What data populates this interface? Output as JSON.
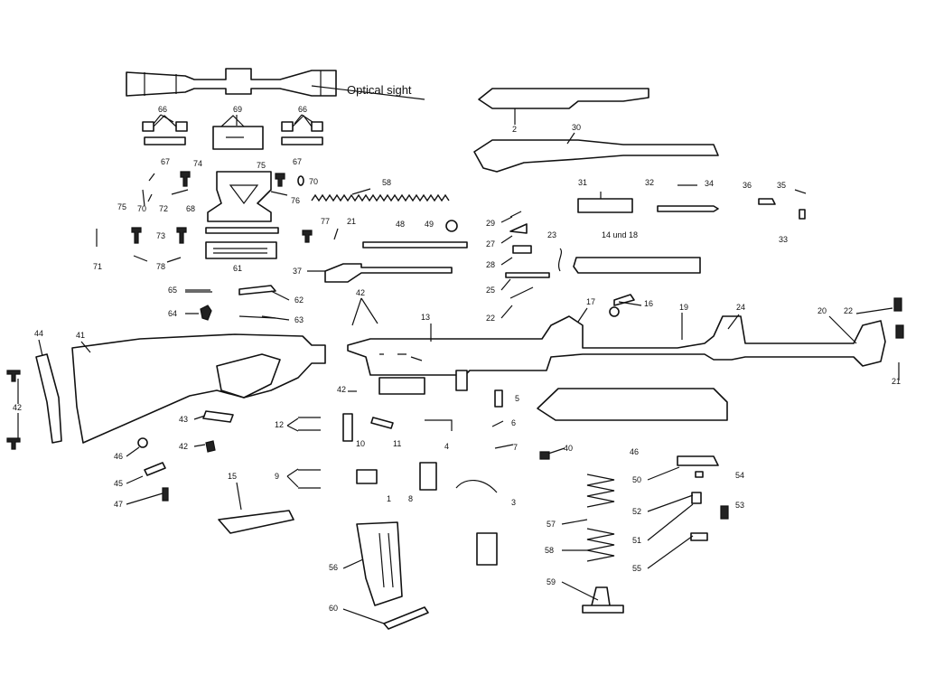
{
  "title": "",
  "caption": "Optical sight",
  "labels": [
    {
      "id": "l66a",
      "text": "66"
    },
    {
      "id": "l69",
      "text": "69"
    },
    {
      "id": "l66b",
      "text": "66"
    },
    {
      "id": "l67a",
      "text": "67"
    },
    {
      "id": "l67b",
      "text": "67"
    },
    {
      "id": "l2",
      "text": "2"
    },
    {
      "id": "l30",
      "text": "30"
    },
    {
      "id": "l74",
      "text": "74"
    },
    {
      "id": "l75",
      "text": "75"
    },
    {
      "id": "l70a",
      "text": "70"
    },
    {
      "id": "l76",
      "text": "76"
    },
    {
      "id": "l70b",
      "text": "70"
    },
    {
      "id": "l72",
      "text": "72"
    },
    {
      "id": "l68",
      "text": "68"
    },
    {
      "id": "l58",
      "text": "58"
    },
    {
      "id": "l75b",
      "text": "75"
    },
    {
      "id": "l73",
      "text": "73"
    },
    {
      "id": "l71",
      "text": "71"
    },
    {
      "id": "l78",
      "text": "78"
    },
    {
      "id": "l61",
      "text": "61"
    },
    {
      "id": "l77",
      "text": "77"
    },
    {
      "id": "l21b",
      "text": "21"
    },
    {
      "id": "l48",
      "text": "48"
    },
    {
      "id": "l49",
      "text": "49"
    },
    {
      "id": "l37",
      "text": "37"
    },
    {
      "id": "l65",
      "text": "65"
    },
    {
      "id": "l62",
      "text": "62"
    },
    {
      "id": "l64",
      "text": "64"
    },
    {
      "id": "l63",
      "text": "63"
    },
    {
      "id": "l29",
      "text": "29"
    },
    {
      "id": "l27",
      "text": "27"
    },
    {
      "id": "l28",
      "text": "28"
    },
    {
      "id": "l25",
      "text": "25"
    },
    {
      "id": "l22b",
      "text": "22"
    },
    {
      "id": "l23",
      "text": "23"
    },
    {
      "id": "l31",
      "text": "31"
    },
    {
      "id": "l32",
      "text": "32"
    },
    {
      "id": "l34",
      "text": "34"
    },
    {
      "id": "l36",
      "text": "36"
    },
    {
      "id": "l35",
      "text": "35"
    },
    {
      "id": "l33",
      "text": "33"
    },
    {
      "id": "l1418",
      "text": "14 und 18"
    },
    {
      "id": "l42a",
      "text": "42"
    },
    {
      "id": "l13",
      "text": "13"
    },
    {
      "id": "l17",
      "text": "17"
    },
    {
      "id": "l16",
      "text": "16"
    },
    {
      "id": "l19",
      "text": "19"
    },
    {
      "id": "l24",
      "text": "24"
    },
    {
      "id": "l20",
      "text": "20"
    },
    {
      "id": "l22",
      "text": "22"
    },
    {
      "id": "l21",
      "text": "21"
    },
    {
      "id": "l44",
      "text": "44"
    },
    {
      "id": "l41",
      "text": "41"
    },
    {
      "id": "l42b",
      "text": "42"
    },
    {
      "id": "l42c",
      "text": "42"
    },
    {
      "id": "l43",
      "text": "43"
    },
    {
      "id": "l46",
      "text": "46"
    },
    {
      "id": "l42d",
      "text": "42"
    },
    {
      "id": "l45",
      "text": "45"
    },
    {
      "id": "l47",
      "text": "47"
    },
    {
      "id": "l15",
      "text": "15"
    },
    {
      "id": "l12",
      "text": "12"
    },
    {
      "id": "l10",
      "text": "10"
    },
    {
      "id": "l11",
      "text": "11"
    },
    {
      "id": "l4",
      "text": "4"
    },
    {
      "id": "l9",
      "text": "9"
    },
    {
      "id": "l1",
      "text": "1"
    },
    {
      "id": "l8",
      "text": "8"
    },
    {
      "id": "l3",
      "text": "3"
    },
    {
      "id": "l5",
      "text": "5"
    },
    {
      "id": "l6",
      "text": "6"
    },
    {
      "id": "l7",
      "text": "7"
    },
    {
      "id": "l40",
      "text": "40"
    },
    {
      "id": "l46b",
      "text": "46"
    },
    {
      "id": "l50",
      "text": "50"
    },
    {
      "id": "l54",
      "text": "54"
    },
    {
      "id": "l52",
      "text": "52"
    },
    {
      "id": "l53",
      "text": "53"
    },
    {
      "id": "l51",
      "text": "51"
    },
    {
      "id": "l55",
      "text": "55"
    },
    {
      "id": "l57",
      "text": "57"
    },
    {
      "id": "l58b",
      "text": "58"
    },
    {
      "id": "l56",
      "text": "56"
    },
    {
      "id": "l59",
      "text": "59"
    },
    {
      "id": "l60",
      "text": "60"
    }
  ],
  "colors": {
    "ink": "#111111",
    "paper": "#ffffff"
  }
}
